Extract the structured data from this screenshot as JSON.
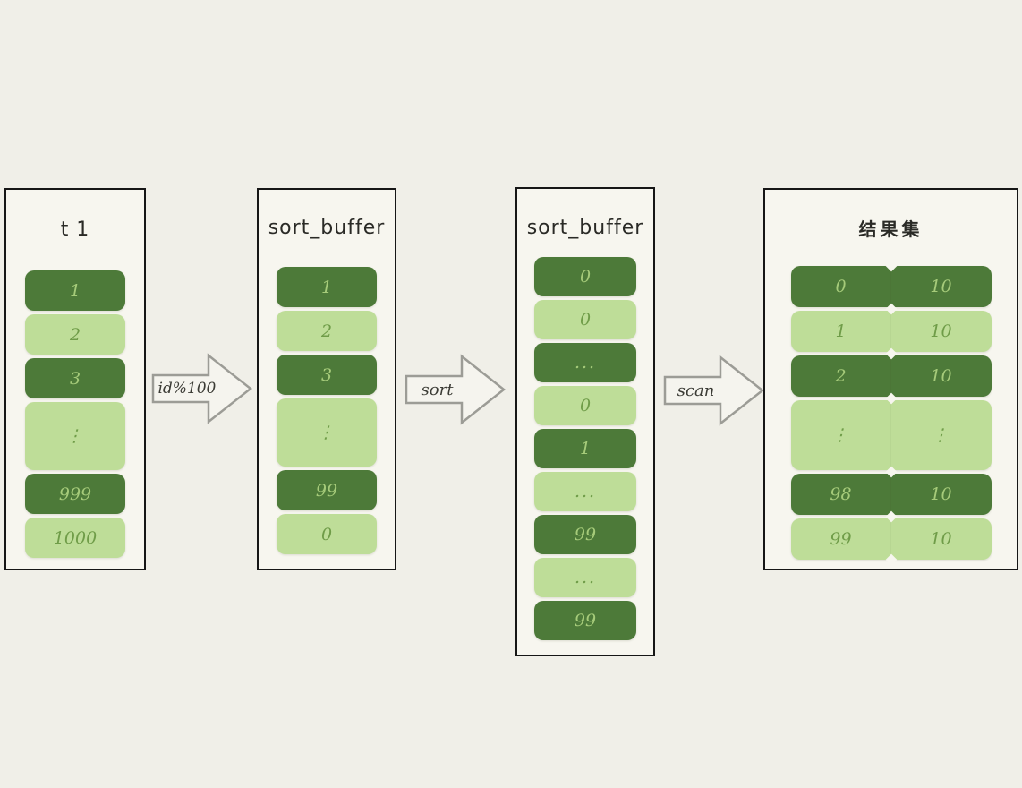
{
  "colors": {
    "page_background": "#f0efe8",
    "panel_background": "#f7f6ef",
    "panel_border": "#161616",
    "cell_dark_green": "#4d7a39",
    "cell_light_green": "#bedd98",
    "text_on_dark": "#a6cb7a",
    "text_on_light": "#6f9c48",
    "arrow_outline": "#9c9c96",
    "arrow_fill": "#f5f4ee"
  },
  "panels": [
    {
      "title": "t 1",
      "cells": [
        {
          "value": "1",
          "tone": "dark"
        },
        {
          "value": "2",
          "tone": "light"
        },
        {
          "value": "3",
          "tone": "dark"
        },
        {
          "value": "⋮",
          "tone": "light",
          "tall": true
        },
        {
          "value": "999",
          "tone": "dark"
        },
        {
          "value": "1000",
          "tone": "light"
        }
      ]
    },
    {
      "title": "sort_buffer",
      "cells": [
        {
          "value": "1",
          "tone": "dark"
        },
        {
          "value": "2",
          "tone": "light"
        },
        {
          "value": "3",
          "tone": "dark"
        },
        {
          "value": "⋮",
          "tone": "light",
          "tall": true
        },
        {
          "value": "99",
          "tone": "dark"
        },
        {
          "value": "0",
          "tone": "light"
        }
      ]
    },
    {
      "title": "sort_buffer",
      "cells": [
        {
          "value": "0",
          "tone": "dark"
        },
        {
          "value": "0",
          "tone": "light"
        },
        {
          "value": "...",
          "tone": "dark"
        },
        {
          "value": "0",
          "tone": "light"
        },
        {
          "value": "1",
          "tone": "dark"
        },
        {
          "value": "...",
          "tone": "light"
        },
        {
          "value": "99",
          "tone": "dark"
        },
        {
          "value": "...",
          "tone": "light"
        },
        {
          "value": "99",
          "tone": "dark"
        }
      ]
    },
    {
      "title": "结果集",
      "rows": [
        {
          "left": "0",
          "right": "10",
          "tone": "dark"
        },
        {
          "left": "1",
          "right": "10",
          "tone": "light"
        },
        {
          "left": "2",
          "right": "10",
          "tone": "dark"
        },
        {
          "left": "⋮",
          "right": "⋮",
          "tone": "light",
          "tall": true
        },
        {
          "left": "98",
          "right": "10",
          "tone": "dark"
        },
        {
          "left": "99",
          "right": "10",
          "tone": "light"
        }
      ]
    }
  ],
  "arrows": [
    {
      "label": "id%100"
    },
    {
      "label": "sort"
    },
    {
      "label": "scan"
    }
  ]
}
